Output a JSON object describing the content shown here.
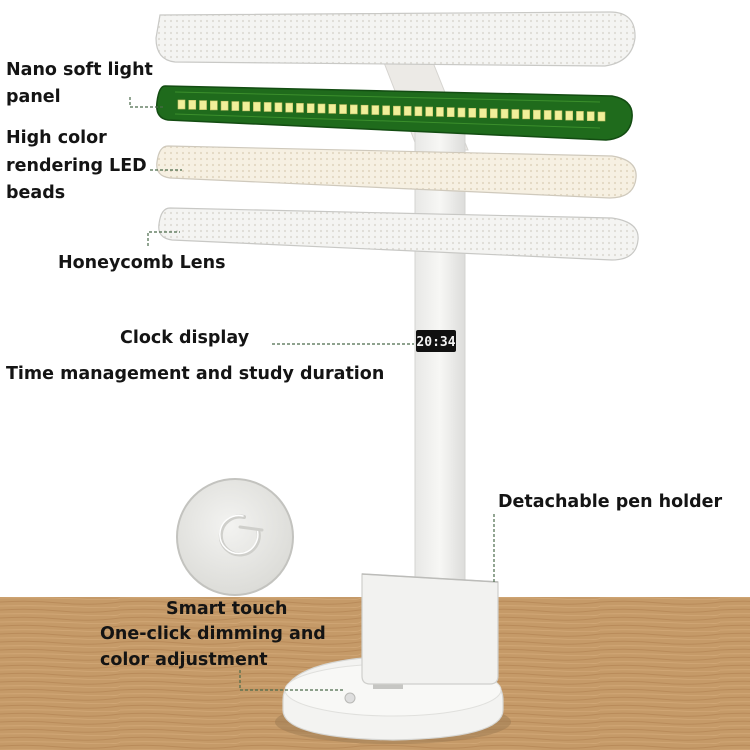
{
  "labels": {
    "nano_panel_line1": "Nano soft light",
    "nano_panel_line2": "panel",
    "led_beads_line1": "High color",
    "led_beads_line2": "rendering LED",
    "led_beads_line3": "beads",
    "honeycomb_lens": "Honeycomb Lens",
    "clock_display": "Clock display",
    "time_management": "Time management and study duration",
    "pen_holder": "Detachable pen holder",
    "smart_touch_line1": "Smart touch",
    "smart_touch_line2": "One-click dimming and",
    "smart_touch_line3": "color adjustment"
  },
  "clock": {
    "time": "20:34"
  },
  "colors": {
    "pcb_green": "#1f6b1c",
    "led_yellow": "#f1ef9a",
    "wood": "#c59a68",
    "lamp_white": "#f4f4f2",
    "leader_line": "#4a6a4a"
  },
  "icons": {
    "touch_button": "power-touch-icon"
  }
}
